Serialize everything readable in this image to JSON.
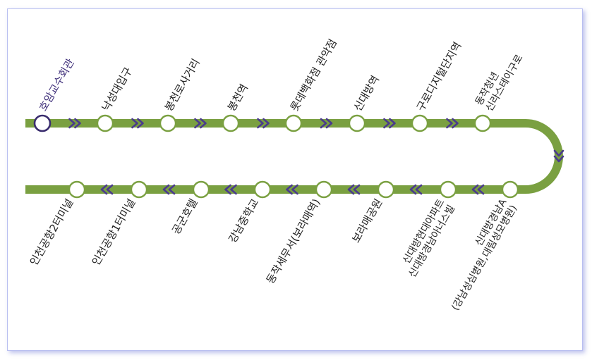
{
  "colors": {
    "line": "#7aa041",
    "arrow": "#4a3b8c",
    "first_station_border": "#3a2d6e",
    "station_border": "#7aa041",
    "station_fill": "#ffffff"
  },
  "top_row": [
    {
      "lines": [
        "호암교수회관"
      ],
      "first": true
    },
    {
      "lines": [
        "낙성대입구"
      ]
    },
    {
      "lines": [
        "봉천로사거리"
      ]
    },
    {
      "lines": [
        "봉천역"
      ]
    },
    {
      "lines": [
        "롯데백화점 관악점"
      ]
    },
    {
      "lines": [
        "신대방역"
      ]
    },
    {
      "lines": [
        "구로디지털단지역"
      ]
    },
    {
      "lines": [
        "동작청년",
        "신라스테이구로"
      ]
    }
  ],
  "bottom_row": [
    {
      "lines": [
        "인천공항2터미널"
      ]
    },
    {
      "lines": [
        "인천공항1터미널"
      ]
    },
    {
      "lines": [
        "공군호텔"
      ]
    },
    {
      "lines": [
        "강남중학교"
      ]
    },
    {
      "lines": [
        "동작세무서(보라매역)"
      ]
    },
    {
      "lines": [
        "보라매공원"
      ]
    },
    {
      "lines": [
        "신대방현대아파트",
        "신대방경남아너스빌"
      ]
    },
    {
      "lines": [
        "신대방경남A",
        "(강남성심병원,대림성모병원)"
      ]
    }
  ]
}
